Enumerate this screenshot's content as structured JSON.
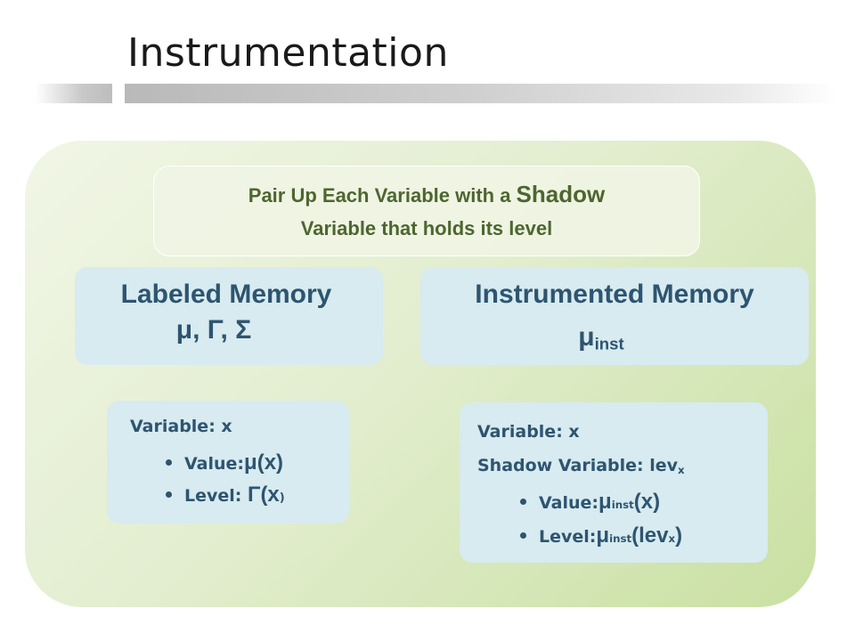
{
  "title": "Instrumentation",
  "callout": {
    "line1_prefix": "Pair Up Each Variable with a ",
    "line1_emphasis": "Shadow",
    "line2": "Variable that holds  its level"
  },
  "labeled_memory": {
    "title": "Labeled Memory",
    "symbols": "μ, Γ, Σ"
  },
  "instrumented_memory": {
    "title": "Instrumented Memory",
    "symbol": "μ",
    "symbol_sub": "inst"
  },
  "labeled_example": {
    "variable_line": "Variable: x",
    "value_label": "Value: ",
    "value_expr": "μ(x)",
    "level_label": "Level: ",
    "level_expr": "Γ(x",
    "level_close": ")"
  },
  "instrumented_example": {
    "variable_line": "Variable: x",
    "shadow_label": "Shadow Variable: lev",
    "shadow_sub": "x",
    "value_label": "Value: ",
    "value_mu": "μ",
    "value_sub": "inst",
    "value_rest": "(x)",
    "level_label": "Level: ",
    "level_mu": "μ",
    "level_sub": "inst",
    "level_rest_open": "(lev",
    "level_rest_sub": "x",
    "level_rest_close": ")"
  },
  "colors": {
    "title": "#1a1a1a",
    "callout_text": "#4d6630",
    "box_text": "#2e5470",
    "box_fill": "#d7ebf0",
    "panel_fill": "#e3eed0"
  }
}
